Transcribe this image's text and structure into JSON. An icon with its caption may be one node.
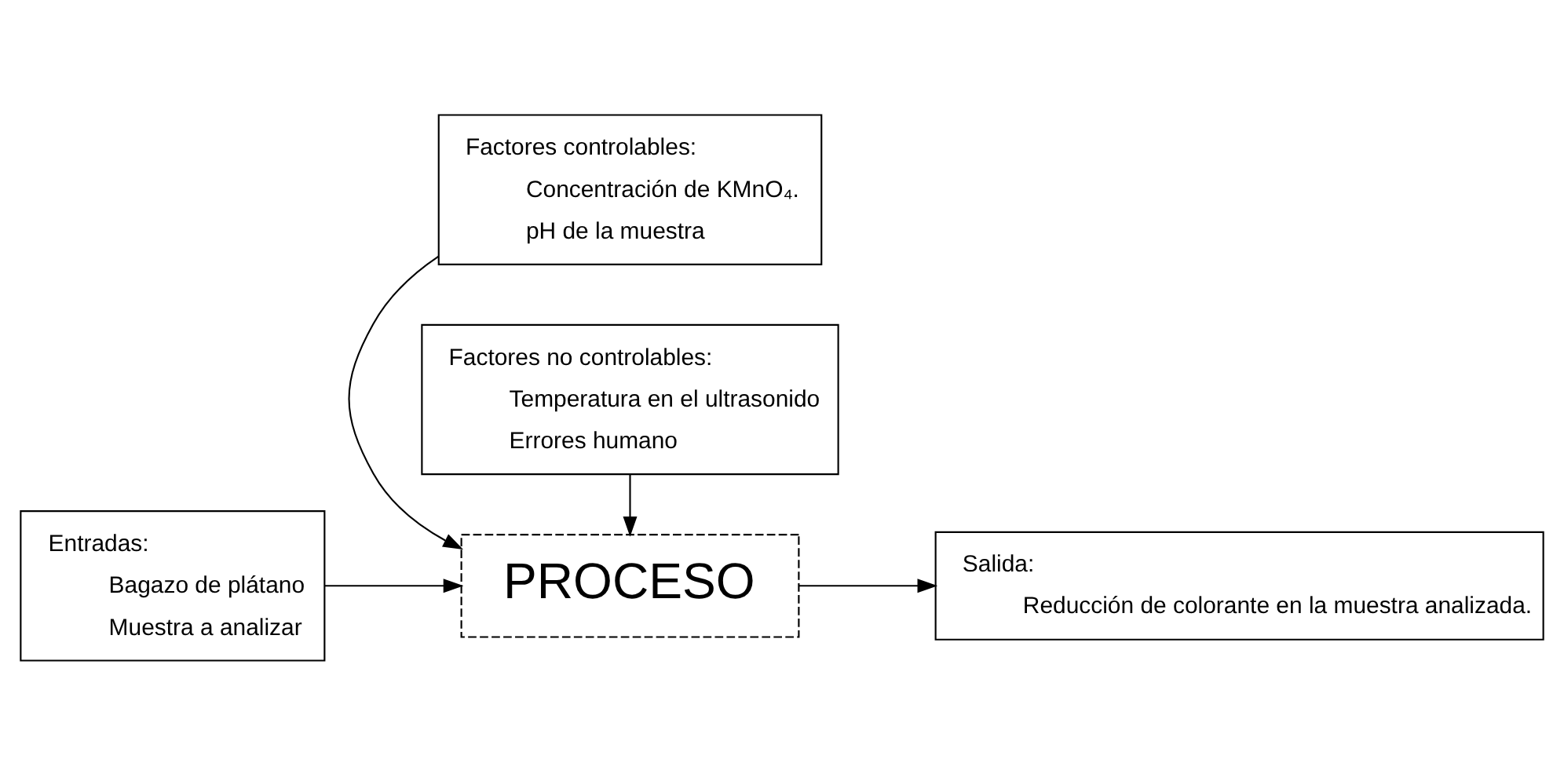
{
  "diagram": {
    "nodes": [
      {
        "text": [
          "Factores controlables:",
          "Concentración de KMnO₄.",
          "pH de la muestra"
        ]
      },
      {
        "text": [
          "Entradas:",
          "Bagazo de plátano",
          "Muestra a analizar"
        ]
      },
      {
        "text": [
          "PROCESO"
        ]
      },
      {
        "text": [
          "Salida:",
          "Reducción de colorante en la muestra analizada."
        ]
      },
      {
        "text": [
          "Factores no controlables:",
          "Temperatura en el ultrasonido",
          "Errores humano"
        ]
      }
    ],
    "edges": [
      {
        "from": 0,
        "to": 2,
        "arrow": "to"
      },
      {
        "from": 1,
        "to": 2,
        "arrow": "to"
      },
      {
        "from": 2,
        "to": 3,
        "arrow": "to"
      },
      {
        "from": 4,
        "to": 2,
        "arrow": "to"
      }
    ]
  }
}
